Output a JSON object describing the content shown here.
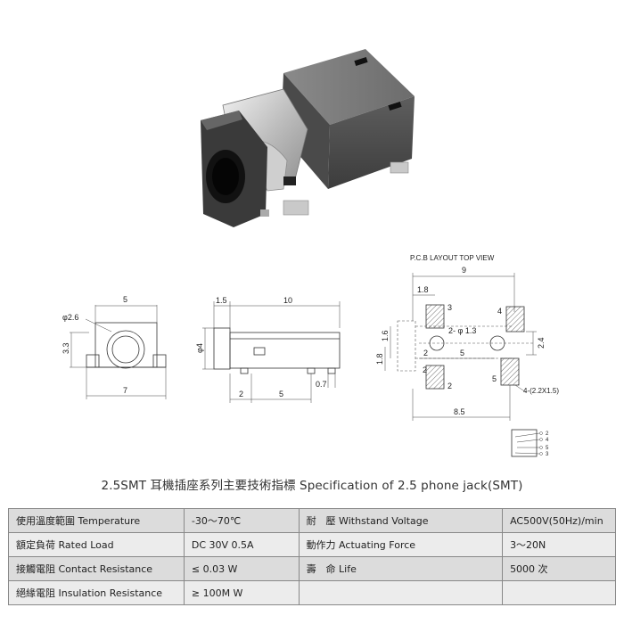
{
  "drawings": {
    "front": {
      "top_dim": "5",
      "hole_dim": "φ2.6",
      "side_dim": "3.3",
      "bottom_dim": "7"
    },
    "side": {
      "top_left_dim": "1.5",
      "top_dim": "10",
      "height_dim": "φ4",
      "pin_dim_a": "2",
      "pin_dim_b": "5",
      "pin_dim_c": "0.7"
    },
    "pcb": {
      "title": "P.C.B LAYOUT    TOP VIEW",
      "width_dim": "9",
      "pad_dim": "1.8",
      "hole_label": "2- φ 1.3",
      "left_dim_a": "1.6",
      "left_dim_b": "1.8",
      "right_dim": "2.4",
      "mid_dim_a": "2",
      "mid_dim_b": "5",
      "bottom_mid_dim": "2",
      "pad_note": "4-(2.2X1.5)",
      "bottom_dim": "8.5",
      "pad_numbers": [
        "3",
        "4",
        "5",
        "2"
      ],
      "schematic_pins": [
        "2",
        "4",
        "5",
        "3"
      ]
    }
  },
  "spec_title": "2.5SMT  耳機插座系列主要技術指標 Specification of 2.5 phone jack(SMT)",
  "spec_rows": [
    {
      "label1": "使用溫度範圍 Temperature",
      "value1": "-30～70℃",
      "label2": "耐　壓 Withstand Voltage",
      "value2": "AC500V(50Hz)/min"
    },
    {
      "label1": "額定負荷 Rated Load",
      "value1": "DC 30V 0.5A",
      "label2": "動作力 Actuating Force",
      "value2": "3～20N"
    },
    {
      "label1": "接觸電阻 Contact Resistance",
      "value1": "≤ 0.03 W",
      "label2": "壽　命 Life",
      "value2": "5000 次"
    },
    {
      "label1": "絕緣電阻 Insulation Resistance",
      "value1": "≥ 100M W",
      "label2": "",
      "value2": ""
    }
  ]
}
